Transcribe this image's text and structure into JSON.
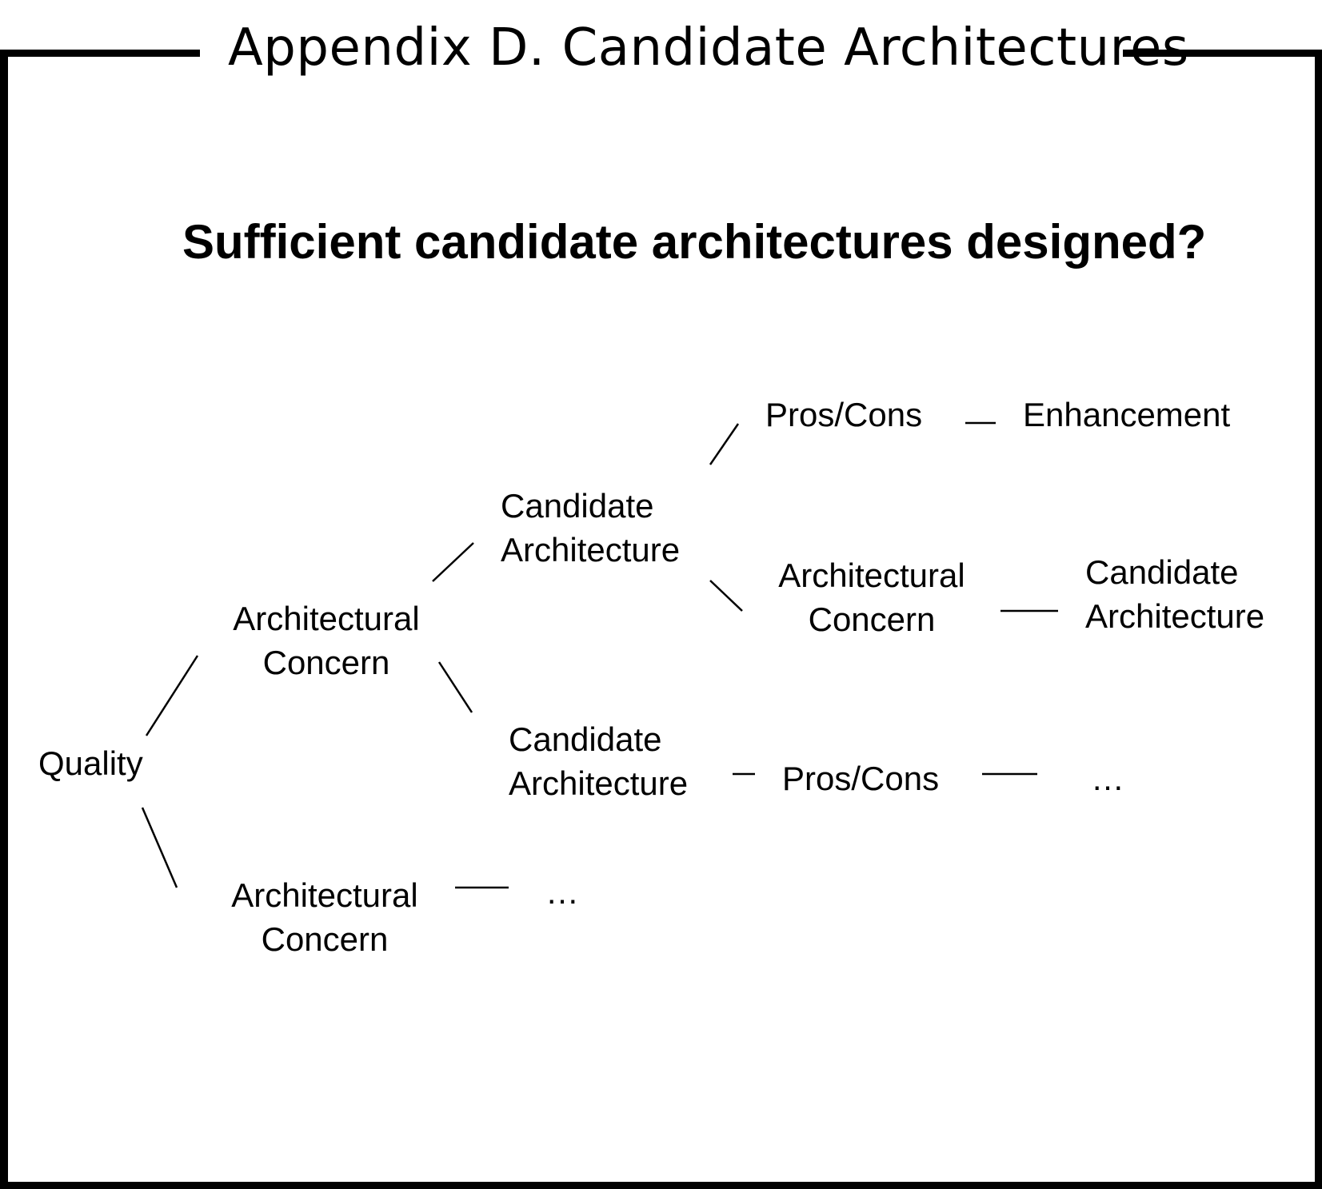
{
  "page": {
    "title": "Appendix D. Candidate Architectures",
    "heading": "Sufficient candidate architectures designed?"
  },
  "tree": {
    "quality": "Quality",
    "concern_a": [
      "Architectural",
      "Concern"
    ],
    "concern_b": [
      "Architectural",
      "Concern"
    ],
    "candidate_a": [
      "Candidate",
      "Architecture"
    ],
    "candidate_b": [
      "Candidate",
      "Architecture"
    ],
    "pros_cons_a": "Pros/Cons",
    "enhancement": "Enhancement",
    "concern_c": [
      "Architectural",
      "Concern"
    ],
    "candidate_c": [
      "Candidate",
      "Architecture"
    ],
    "pros_cons_b": "Pros/Cons",
    "ellipsis_b": "…",
    "ellipsis_concern_b": "…"
  }
}
